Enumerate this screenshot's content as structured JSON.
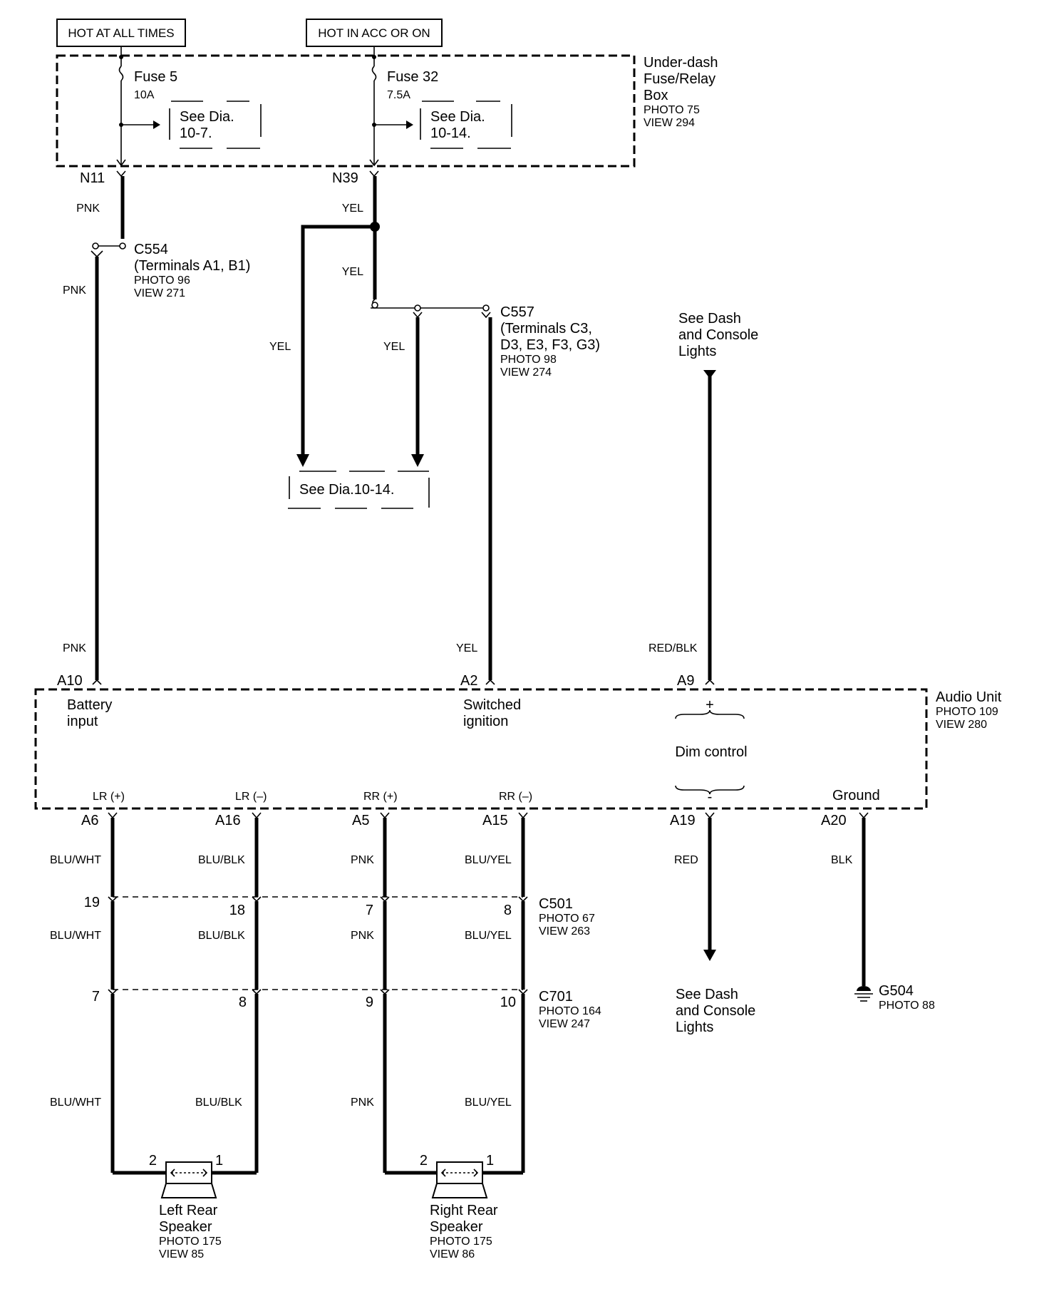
{
  "power": {
    "hot_at_all_times": "HOT AT ALL TIMES",
    "hot_in_acc": "HOT IN ACC OR ON"
  },
  "fuse_box": {
    "title1": "Under-dash",
    "title2": "Fuse/Relay",
    "title3": "Box",
    "photo": "PHOTO 75",
    "view": "VIEW 294",
    "fuse5_name": "Fuse 5",
    "fuse5_rating": "10A",
    "fuse5_ref1": "See Dia.",
    "fuse5_ref2": "10-7.",
    "fuse32_name": "Fuse 32",
    "fuse32_rating": "7.5A",
    "fuse32_ref1": "See Dia.",
    "fuse32_ref2": "10-14.",
    "term_n11": "N11",
    "term_n39": "N39"
  },
  "c554": {
    "name": "C554",
    "terms": "(Terminals A1, B1)",
    "photo": "PHOTO 96",
    "view": "VIEW 271"
  },
  "c557": {
    "name": "C557",
    "terms1": "(Terminals C3,",
    "terms2": "D3, E3, F3, G3)",
    "photo": "PHOTO 98",
    "view": "VIEW 274"
  },
  "see_dia_1014": "See Dia.10-14.",
  "dash_lights_top": [
    "See Dash",
    "and Console",
    "Lights"
  ],
  "dash_lights_bottom": [
    "See Dash",
    "and Console",
    "Lights"
  ],
  "wires": {
    "pnk": "PNK",
    "yel": "YEL",
    "red_blk": "RED/BLK",
    "red": "RED",
    "blk": "BLK",
    "blu_wht": "BLU/WHT",
    "blu_blk": "BLU/BLK",
    "blu_yel": "BLU/YEL"
  },
  "audio_unit": {
    "title": "Audio Unit",
    "photo": "PHOTO 109",
    "view": "VIEW 280",
    "a10": "A10",
    "a2": "A2",
    "a9": "A9",
    "battery1": "Battery",
    "battery2": "input",
    "switched1": "Switched",
    "switched2": "ignition",
    "plus": "+",
    "minus": "-",
    "dim_control": "Dim control",
    "ground": "Ground",
    "lr_plus": "LR (+)",
    "lr_minus": "LR (–)",
    "rr_plus": "RR (+)",
    "rr_minus": "RR (–)",
    "a6": "A6",
    "a16": "A16",
    "a5": "A5",
    "a15": "A15",
    "a19": "A19",
    "a20": "A20"
  },
  "c501": {
    "name": "C501",
    "photo": "PHOTO 67",
    "view": "VIEW 263",
    "pins": [
      "19",
      "18",
      "7",
      "8"
    ]
  },
  "c701": {
    "name": "C701",
    "photo": "PHOTO 164",
    "view": "VIEW 247",
    "pins": [
      "7",
      "8",
      "9",
      "10"
    ]
  },
  "g504": {
    "name": "G504",
    "photo": "PHOTO 88"
  },
  "left_speaker": {
    "pin_a": "2",
    "pin_b": "1",
    "name1": "Left Rear",
    "name2": "Speaker",
    "photo": "PHOTO 175",
    "view": "VIEW 85"
  },
  "right_speaker": {
    "pin_a": "2",
    "pin_b": "1",
    "name1": "Right Rear",
    "name2": "Speaker",
    "photo": "PHOTO 175",
    "view": "VIEW 86"
  }
}
